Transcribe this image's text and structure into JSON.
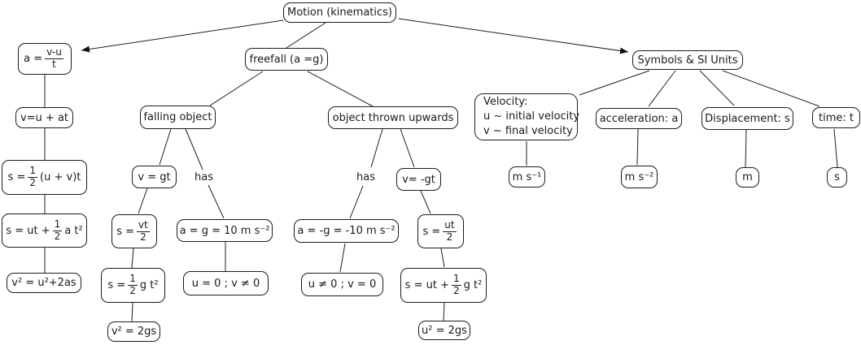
{
  "diagram_title": "Motion (kinematics)",
  "colors": {
    "background": "#ffffff",
    "box_border": "#1c1c1c",
    "text": "#1a1a1a",
    "line": "#1f1f1f"
  },
  "nodes": {
    "root": {
      "label": "Motion (kinematics)"
    },
    "accel_def": {
      "pre": "a =",
      "frac_num": "v-u",
      "frac_den": "t"
    },
    "v_uat": {
      "label": "v=u + at"
    },
    "s_avg": {
      "pre": "s =",
      "frac_num": "1",
      "frac_den": "2",
      "post": "(u + v)t"
    },
    "s_ut_at": {
      "pre": "s = ut +",
      "frac_num": "1",
      "frac_den": "2",
      "post": "a t²"
    },
    "v2_u2": {
      "label": "v² = u²+2as"
    },
    "freefall": {
      "label": "freefall (a =g)"
    },
    "falling": {
      "label": "falling object"
    },
    "thrown": {
      "label": "object thrown upwards"
    },
    "v_gt": {
      "label": "v = gt"
    },
    "has_falling": {
      "label": "has"
    },
    "has_thrown": {
      "label": "has"
    },
    "s_vt2": {
      "pre": "s =",
      "frac_num": "vt",
      "frac_den": "2"
    },
    "a_g10": {
      "label": "a = g = 10 m s⁻²"
    },
    "s_gt2": {
      "pre": "s =",
      "frac_num": "1",
      "frac_den": "2",
      "post": "g t²"
    },
    "u0_vne0": {
      "label": "u = 0 ; v ≠ 0"
    },
    "v2_2gs": {
      "label": "v² = 2gs"
    },
    "v_neg_gt": {
      "label": "v= -gt"
    },
    "a_neg_g10": {
      "label": "a = -g = -10 m s⁻²"
    },
    "s_ut2": {
      "pre": "s =",
      "frac_num": "ut",
      "frac_den": "2"
    },
    "une0_v0": {
      "label": "u ≠ 0 ; v = 0"
    },
    "s_ut_gt2": {
      "pre": "s = ut +",
      "frac_num": "1",
      "frac_den": "2",
      "post": "g t²"
    },
    "u2_2gs": {
      "label": "u² = 2gs"
    },
    "symbols": {
      "label": "Symbols & SI Units"
    },
    "velocity": {
      "line1": "Velocity:",
      "line2": "u ~ initial velocity",
      "line3": "v ~ final velocity"
    },
    "accel_sym": {
      "label": "acceleration: a"
    },
    "disp": {
      "label": "Displacement: s"
    },
    "time": {
      "label": "time: t"
    },
    "unit_ms1": {
      "label": "m s⁻¹"
    },
    "unit_ms2": {
      "label": "m s⁻²"
    },
    "unit_m": {
      "label": "m"
    },
    "unit_s": {
      "label": "s"
    }
  }
}
